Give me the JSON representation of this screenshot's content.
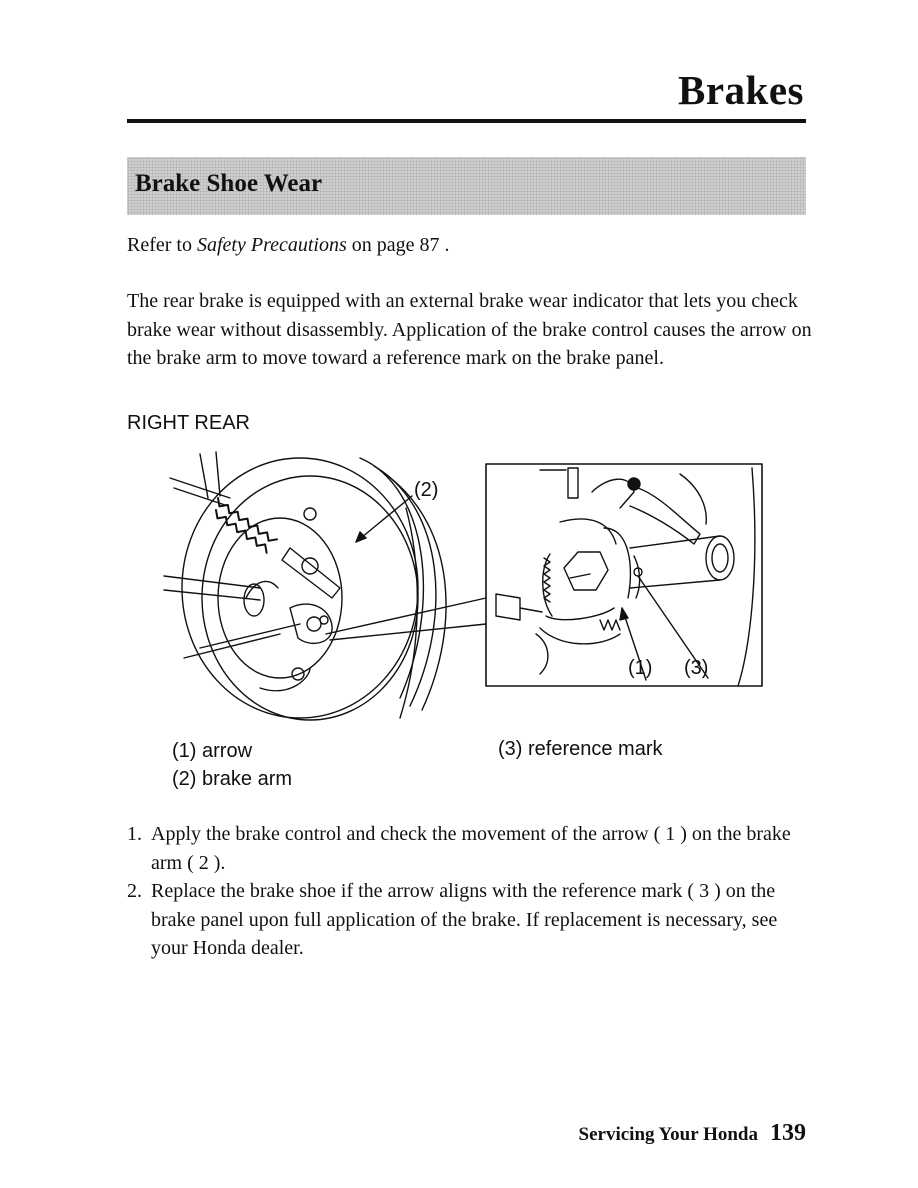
{
  "header": {
    "title": "Brakes"
  },
  "section": {
    "title": "Brake Shoe Wear"
  },
  "refer": {
    "prefix": "Refer to ",
    "link": "Safety Precautions",
    "suffix": " on page  87 ."
  },
  "intro": "The rear brake is equipped with an external brake wear indicator that lets you check brake wear without disassembly. Application of the brake control causes the arrow on the brake arm to move toward a reference mark on the brake panel.",
  "figure": {
    "caption": "RIGHT REAR",
    "callouts": {
      "brake_arm": "(2)",
      "arrow": "(1)",
      "reference_mark": "(3)"
    }
  },
  "legend": {
    "arrow": "(1) arrow",
    "brake_arm": "(2) brake arm",
    "reference_mark": "(3) reference mark"
  },
  "steps": [
    {
      "num": "1.",
      "text": "Apply the brake control and check the movement of the arrow ( 1 ) on the brake arm ( 2 )."
    },
    {
      "num": "2.",
      "text": "Replace the brake shoe if the arrow aligns with the reference mark ( 3 ) on the brake panel upon full application of the brake. If replacement is necessary, see your Honda dealer."
    }
  ],
  "footer": {
    "section": "Servicing Your Honda",
    "page": "139"
  }
}
